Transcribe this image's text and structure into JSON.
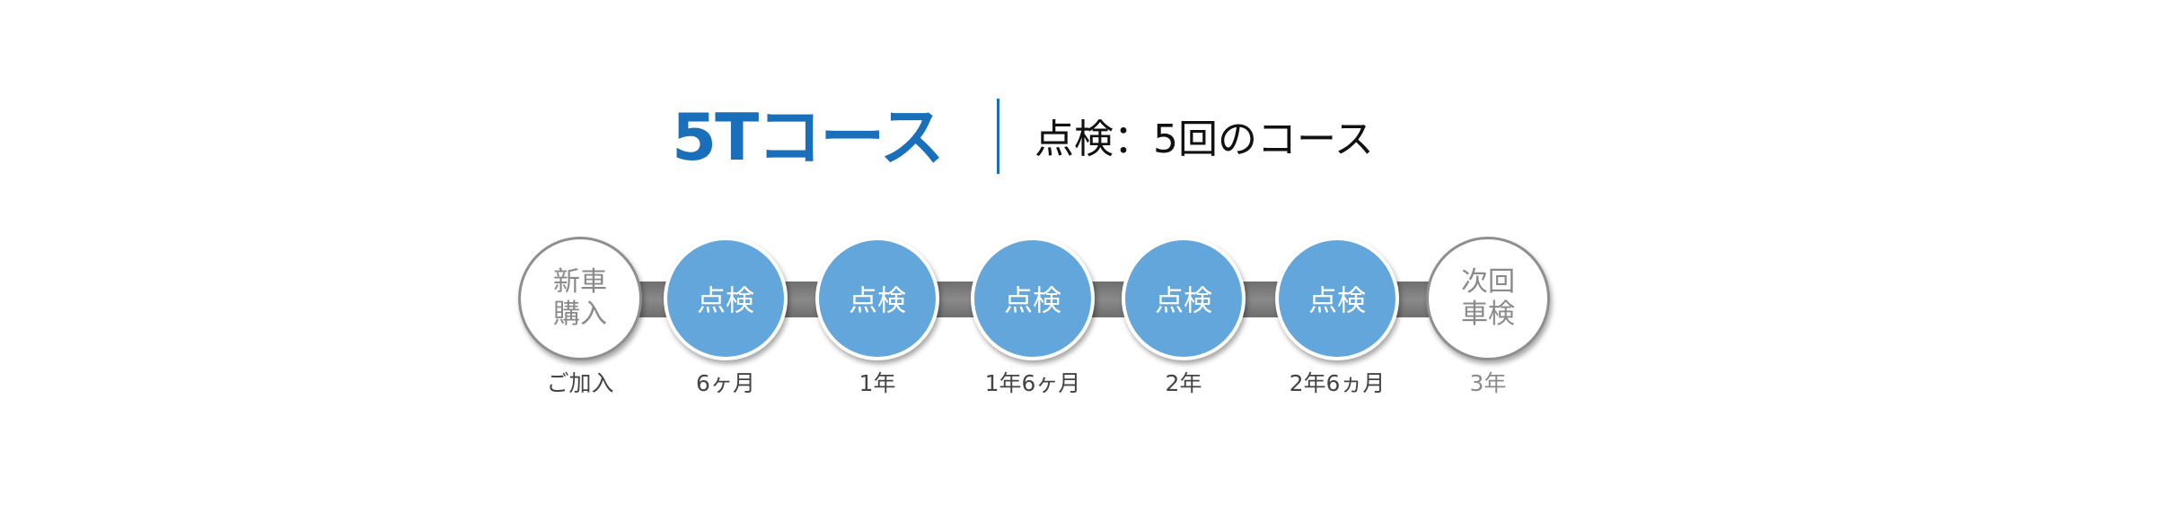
{
  "header": {
    "title": "5Tコース",
    "subtitle": "点検：5回のコース"
  },
  "timeline": [
    {
      "text": "新車\n購入",
      "label": "ご加入",
      "style": "white"
    },
    {
      "text": "点検",
      "label": "6ヶ月",
      "style": "blue"
    },
    {
      "text": "点検",
      "label": "1年",
      "style": "blue"
    },
    {
      "text": "点検",
      "label": "1年6ヶ月",
      "style": "blue"
    },
    {
      "text": "点検",
      "label": "2年",
      "style": "blue"
    },
    {
      "text": "点検",
      "label": "2年6ヵ月",
      "style": "blue"
    },
    {
      "text": "次回\n車検",
      "label": "3年",
      "style": "white"
    }
  ],
  "colors": {
    "accent": "#1a6fba",
    "node": "#62a6dc",
    "connector": "#7a7a7a"
  }
}
